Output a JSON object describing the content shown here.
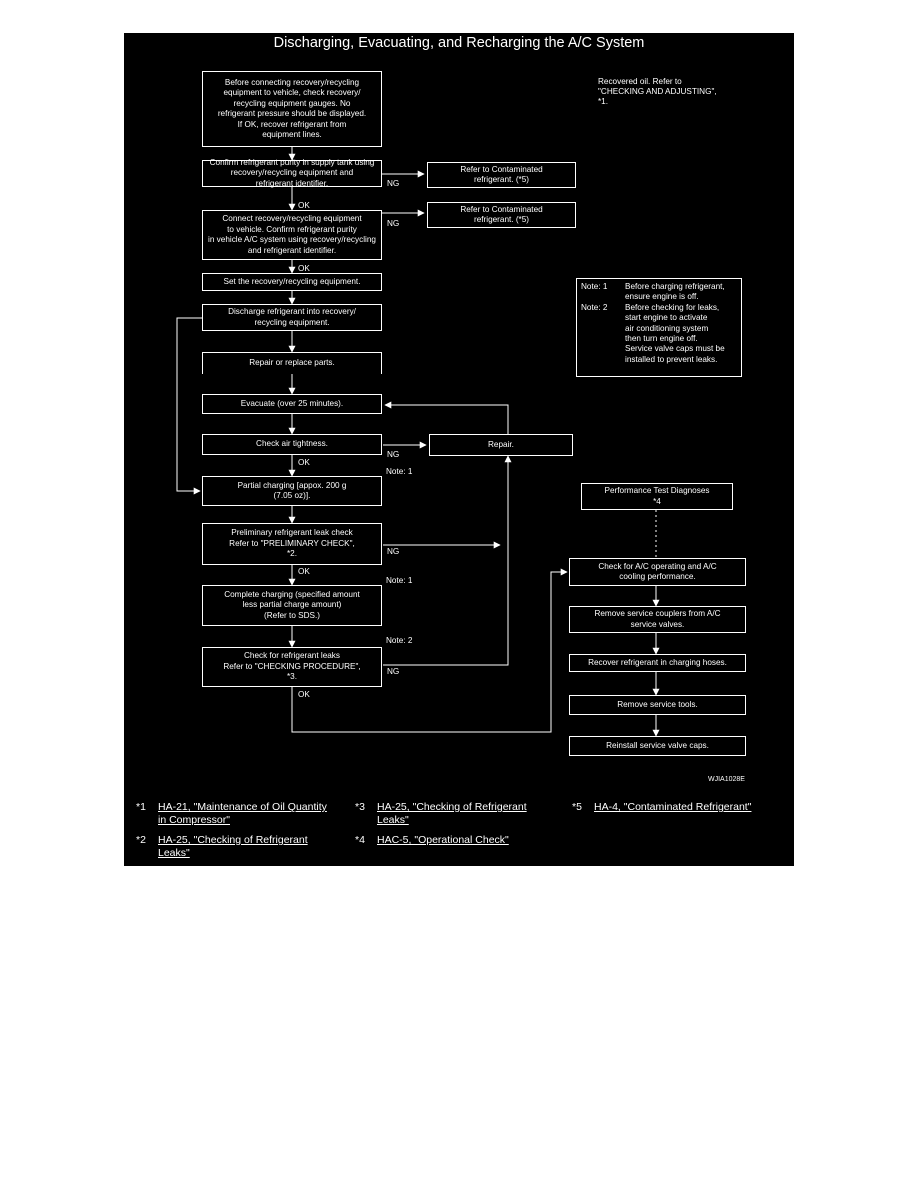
{
  "title": "Discharging, Evacuating, and Recharging the A/C System",
  "recovered_note": "Recovered oil. Refer to\n\"CHECKING AND ADJUSTING\",\n*1.",
  "boxes": {
    "b1": "Before connecting recovery/recycling\nequipment to vehicle, check recovery/\nrecycling equipment gauges. No\nrefrigerant pressure should be displayed.\nIf OK, recover refrigerant from\nequipment lines.",
    "b2": "Confirm refrigerant purity in supply tank using\nrecovery/recycling equipment and\nrefrigerant identifier.",
    "b3": "Connect recovery/recycling equipment\nto vehicle. Confirm refrigerant purity\nin vehicle A/C system using recovery/recycling\nand refrigerant identifier.",
    "b4": "Set the recovery/recycling equipment.",
    "b5": "Discharge refrigerant into recovery/\nrecycling equipment.",
    "b6": "Repair or replace parts.",
    "b7": "Evacuate (over 25 minutes).",
    "b8": "Check air tightness.",
    "b9": "Partial charging [appox. 200 g\n(7.05 oz)].",
    "b10": "Preliminary refrigerant leak check\nRefer to \"PRELIMINARY CHECK\",\n*2.",
    "b11": "Complete charging (specified amount\nless partial charge amount)\n(Refer to SDS.)",
    "b12": "Check for refrigerant leaks\nRefer to \"CHECKING PROCEDURE\",\n*3.",
    "c1": "Refer to Contaminated\nrefrigerant. (*5)",
    "c2": "Refer to Contaminated\nrefrigerant. (*5)",
    "repair": "Repair.",
    "r1": "Performance Test Diagnoses\n*4",
    "r2": "Check for A/C operating and A/C\ncooling performance.",
    "r3": "Remove service couplers from A/C\nservice valves.",
    "r4": "Recover refrigerant in charging hoses.",
    "r5": "Remove service tools.",
    "r6": "Reinstall service valve caps."
  },
  "labels": {
    "ng": "NG",
    "ok": "OK",
    "note1": "Note: 1",
    "note2": "Note: 2"
  },
  "notes_box": {
    "n1_key": "Note: 1",
    "n1_text": "Before charging refrigerant,\nensure engine is off.",
    "n2_key": "Note: 2",
    "n2_text": "Before checking for leaks,\nstart engine to activate\nair conditioning system\nthen turn engine off.\nService valve caps must be\ninstalled to prevent leaks."
  },
  "figure_id": "WJIA1028E",
  "footnotes": [
    {
      "mark": "*1",
      "text": "HA-21, \"Maintenance of Oil Quantity\nin Compressor\""
    },
    {
      "mark": "*3",
      "text": "HA-25, \"Checking of Refrigerant\nLeaks\""
    },
    {
      "mark": "*5",
      "text": "HA-4, \"Contaminated Refrigerant\""
    },
    {
      "mark": "*2",
      "text": "HA-25, \"Checking of Refrigerant\nLeaks\""
    },
    {
      "mark": "*4",
      "text": "HAC-5, \"Operational Check\""
    }
  ],
  "colors": {
    "background": "#000000",
    "foreground": "#ffffff",
    "page": "#ffffff"
  }
}
